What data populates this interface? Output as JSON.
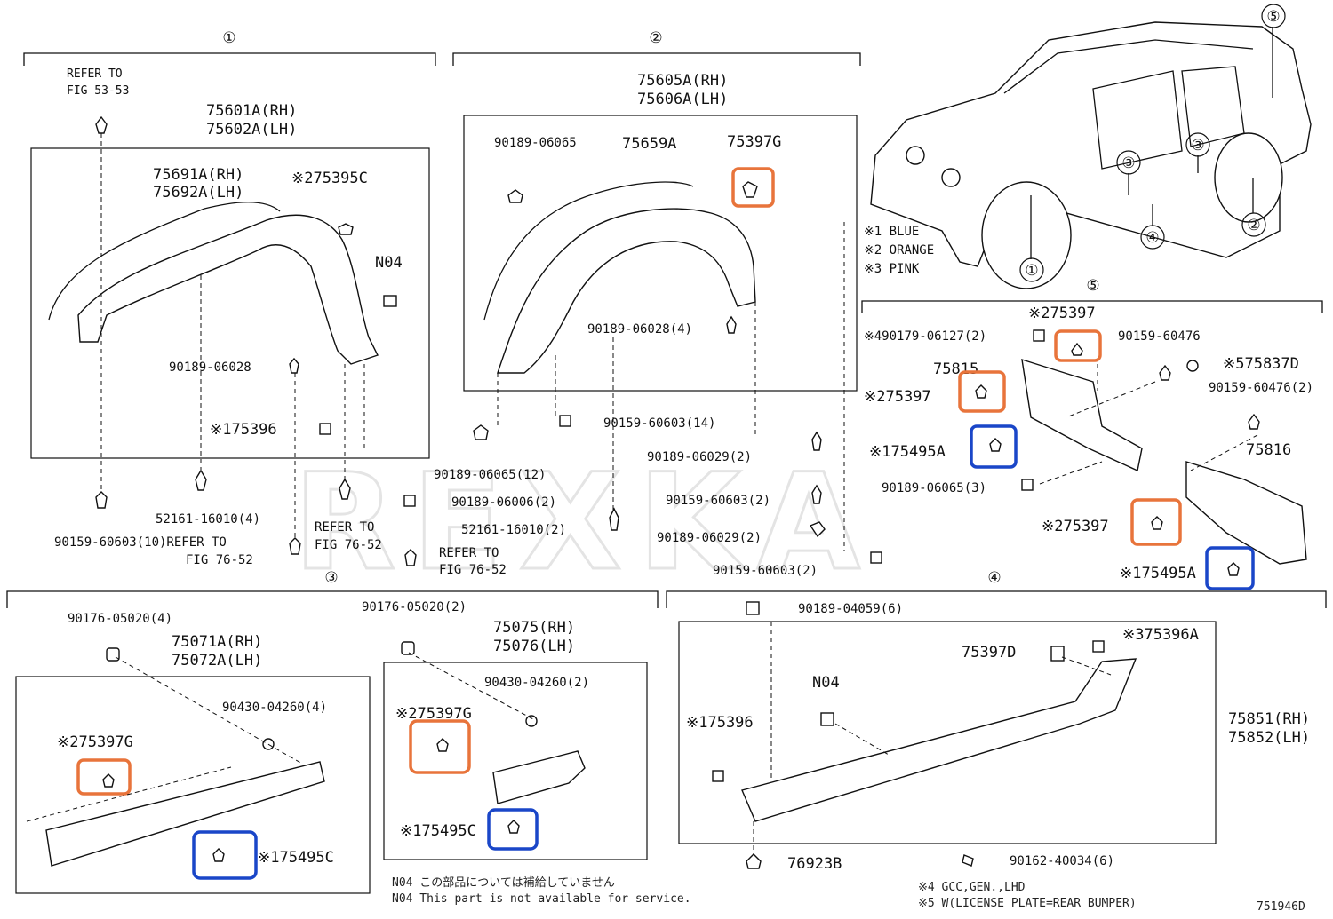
{
  "diagram_id": "751946D",
  "watermark": "REXKA",
  "sections": {
    "s1": "①",
    "s2": "②",
    "s3": "③",
    "s4": "④",
    "s5": "⑤"
  },
  "legend": {
    "l1": "※1 BLUE",
    "l2": "※2 ORANGE",
    "l3": "※3 PINK"
  },
  "notes": {
    "n1": "N04 この部品については補給していません",
    "n2": "N04 This part is not available for service.",
    "n3": "※4 GCC,GEN.,LHD",
    "n4": "※5 W(LICENSE PLATE=REAR BUMPER)"
  },
  "vehicle_callouts": {
    "c1": "①",
    "c2": "②",
    "c3a": "③",
    "c3b": "③",
    "c4": "④",
    "c5": "⑤"
  },
  "section1": {
    "refer1": "REFER TO",
    "refer2": "FIG 53-53",
    "p1": "75601A(RH)",
    "p2": "75602A(LH)",
    "p3": "75691A(RH)",
    "p4": "75692A(LH)",
    "p5": "※275395C",
    "p6": "N04",
    "p7": "90189-06028",
    "p8": "※175396",
    "p9": "52161-16010(4)",
    "p10": "90159-60603(10)REFER TO",
    "p11": "FIG 76-52",
    "p12": "REFER TO",
    "p13": "FIG 76-52"
  },
  "section2": {
    "p1": "75605A(RH)",
    "p2": "75606A(LH)",
    "p3": "90189-06065",
    "p4": "75659A",
    "p5": "75397G",
    "p6": "90189-06028(4)",
    "p7": "90159-60603(14)",
    "p8": "90189-06065(12)",
    "p9": "90189-06006(2)",
    "p10": "52161-16010(2)",
    "p11": "REFER TO",
    "p12": "FIG 76-52",
    "p13": "90189-06029(2)",
    "p14": "90159-60603(2)",
    "p15": "90189-06029(2)",
    "p16": "90159-60603(2)"
  },
  "section5": {
    "p1": "※275397",
    "p2": "※490179-06127(2)",
    "p3": "90159-60476",
    "p4": "75815",
    "p5": "※575837D",
    "p6": "※275397",
    "p7": "90159-60476(2)",
    "p8": "※175495A",
    "p9": "75816",
    "p10": "90189-06065(3)",
    "p11": "※275397",
    "p12": "※175495A"
  },
  "section3": {
    "p1": "90176-05020(4)",
    "p2": "75071A(RH)",
    "p3": "75072A(LH)",
    "p4": "90430-04260(4)",
    "p5": "※275397G",
    "p6": "※175495C",
    "p7": "90176-05020(2)",
    "p8": "75075(RH)",
    "p9": "75076(LH)",
    "p10": "90430-04260(2)",
    "p11": "※275397G",
    "p12": "※175495C"
  },
  "section4": {
    "p1": "90189-04059(6)",
    "p2": "75397D",
    "p3": "※375396A",
    "p4": "N04",
    "p5": "※175396",
    "p6": "75851(RH)",
    "p7": "75852(LH)",
    "p8": "76923B",
    "p9": "90162-40034(6)"
  },
  "colors": {
    "orange": "#e8743b",
    "blue": "#1a46c8"
  }
}
